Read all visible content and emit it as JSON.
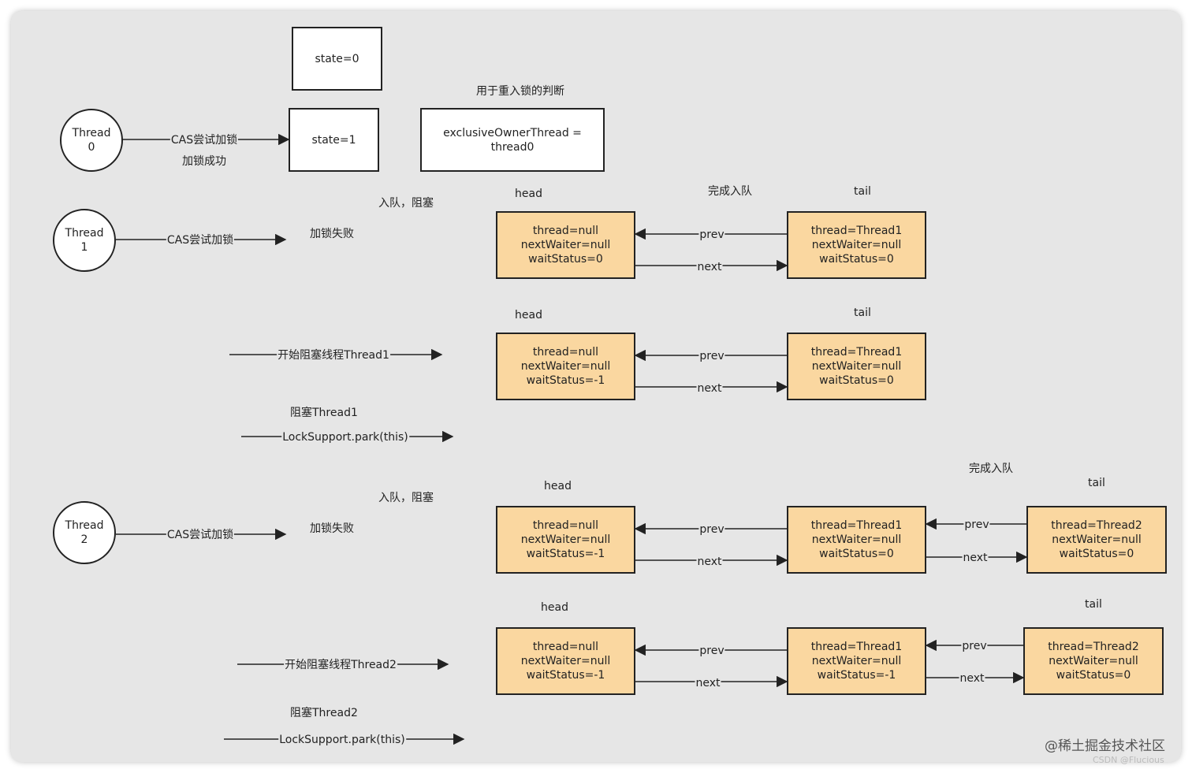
{
  "threads": {
    "t0": "Thread\n0",
    "t1": "Thread\n1",
    "t2": "Thread\n2"
  },
  "state": {
    "state0": "state=0",
    "state1": "state=1",
    "owner": "exclusiveOwnerThread =\nthread0",
    "reentrant_note": "用于重入锁的判断"
  },
  "edges": {
    "cas_try": "CAS尝试加锁",
    "lock_success": "加锁成功",
    "lock_fail": "加锁失败",
    "enqueue_block": "入队，阻塞",
    "enqueue_done": "完成入队",
    "start_block_t1": "开始阻塞线程Thread1",
    "block_t1": "阻塞Thread1",
    "park": "LockSupport.park(this)",
    "start_block_t2": "开始阻塞线程Thread2",
    "block_t2": "阻塞Thread2",
    "prev": "prev",
    "next": "next"
  },
  "queue": {
    "head": "head",
    "tail": "tail",
    "node_head_0": "thread=null\nnextWaiter=null\nwaitStatus=0",
    "node_head_neg": "thread=null\nnextWaiter=null\nwaitStatus=-1",
    "node_t1_0": "thread=Thread1\nnextWaiter=null\nwaitStatus=0",
    "node_t1_neg": "thread=Thread1\nnextWaiter=null\nwaitStatus=-1",
    "node_t2_0": "thread=Thread2\nnextWaiter=null\nwaitStatus=0"
  },
  "watermark": {
    "main": "@稀土掘金技术社区",
    "sub": "CSDN @Flucious"
  },
  "colors": {
    "node_fill": "#fad7a0",
    "background": "#e6e6e6",
    "stroke": "#222222"
  }
}
